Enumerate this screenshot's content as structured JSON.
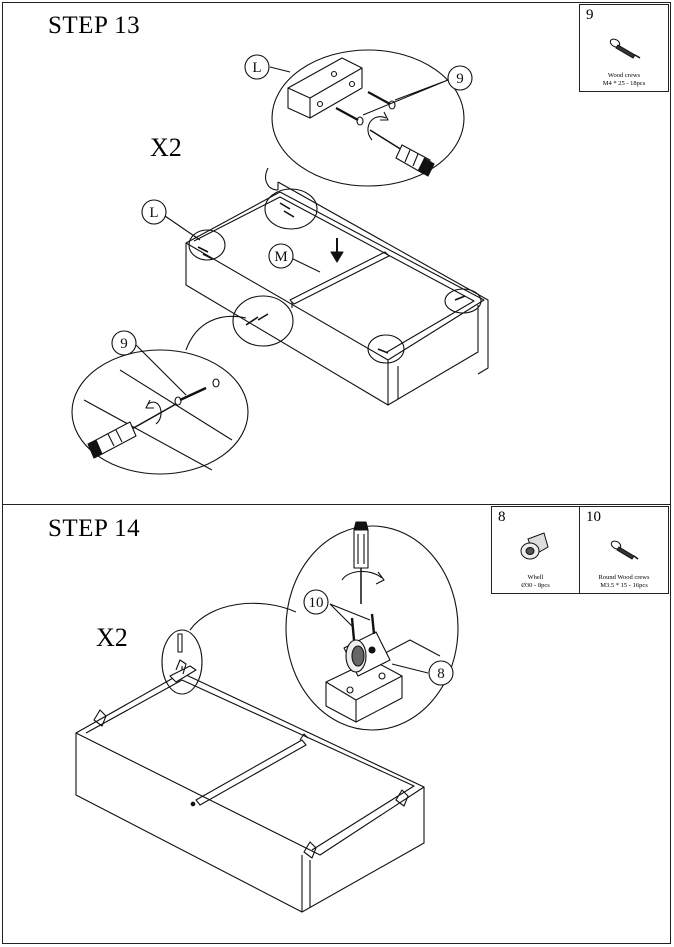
{
  "steps": [
    {
      "title": "STEP 13",
      "multiplier": "X2",
      "callouts": {
        "L": "L",
        "M": "M",
        "screw": "9"
      }
    },
    {
      "title": "STEP 14",
      "multiplier": "X2",
      "callouts": {
        "screw": "10",
        "wheel": "8"
      }
    }
  ],
  "parts": [
    {
      "number": "9",
      "name": "Wood crews",
      "spec": "M4 * 25 - 18pcs"
    },
    {
      "number": "8",
      "name": "Whell",
      "spec": "Ø30 - 8pcs"
    },
    {
      "number": "10",
      "name": "Round Wood crews",
      "spec": "M3.5 * 15 - 16pcs"
    }
  ],
  "icons": [
    "screwdriver-icon",
    "screw-icon",
    "wheel-caster-icon",
    "rotation-arrow-icon",
    "down-arrow-icon"
  ],
  "colors": {
    "line": "#111111",
    "paper": "#ffffff"
  }
}
